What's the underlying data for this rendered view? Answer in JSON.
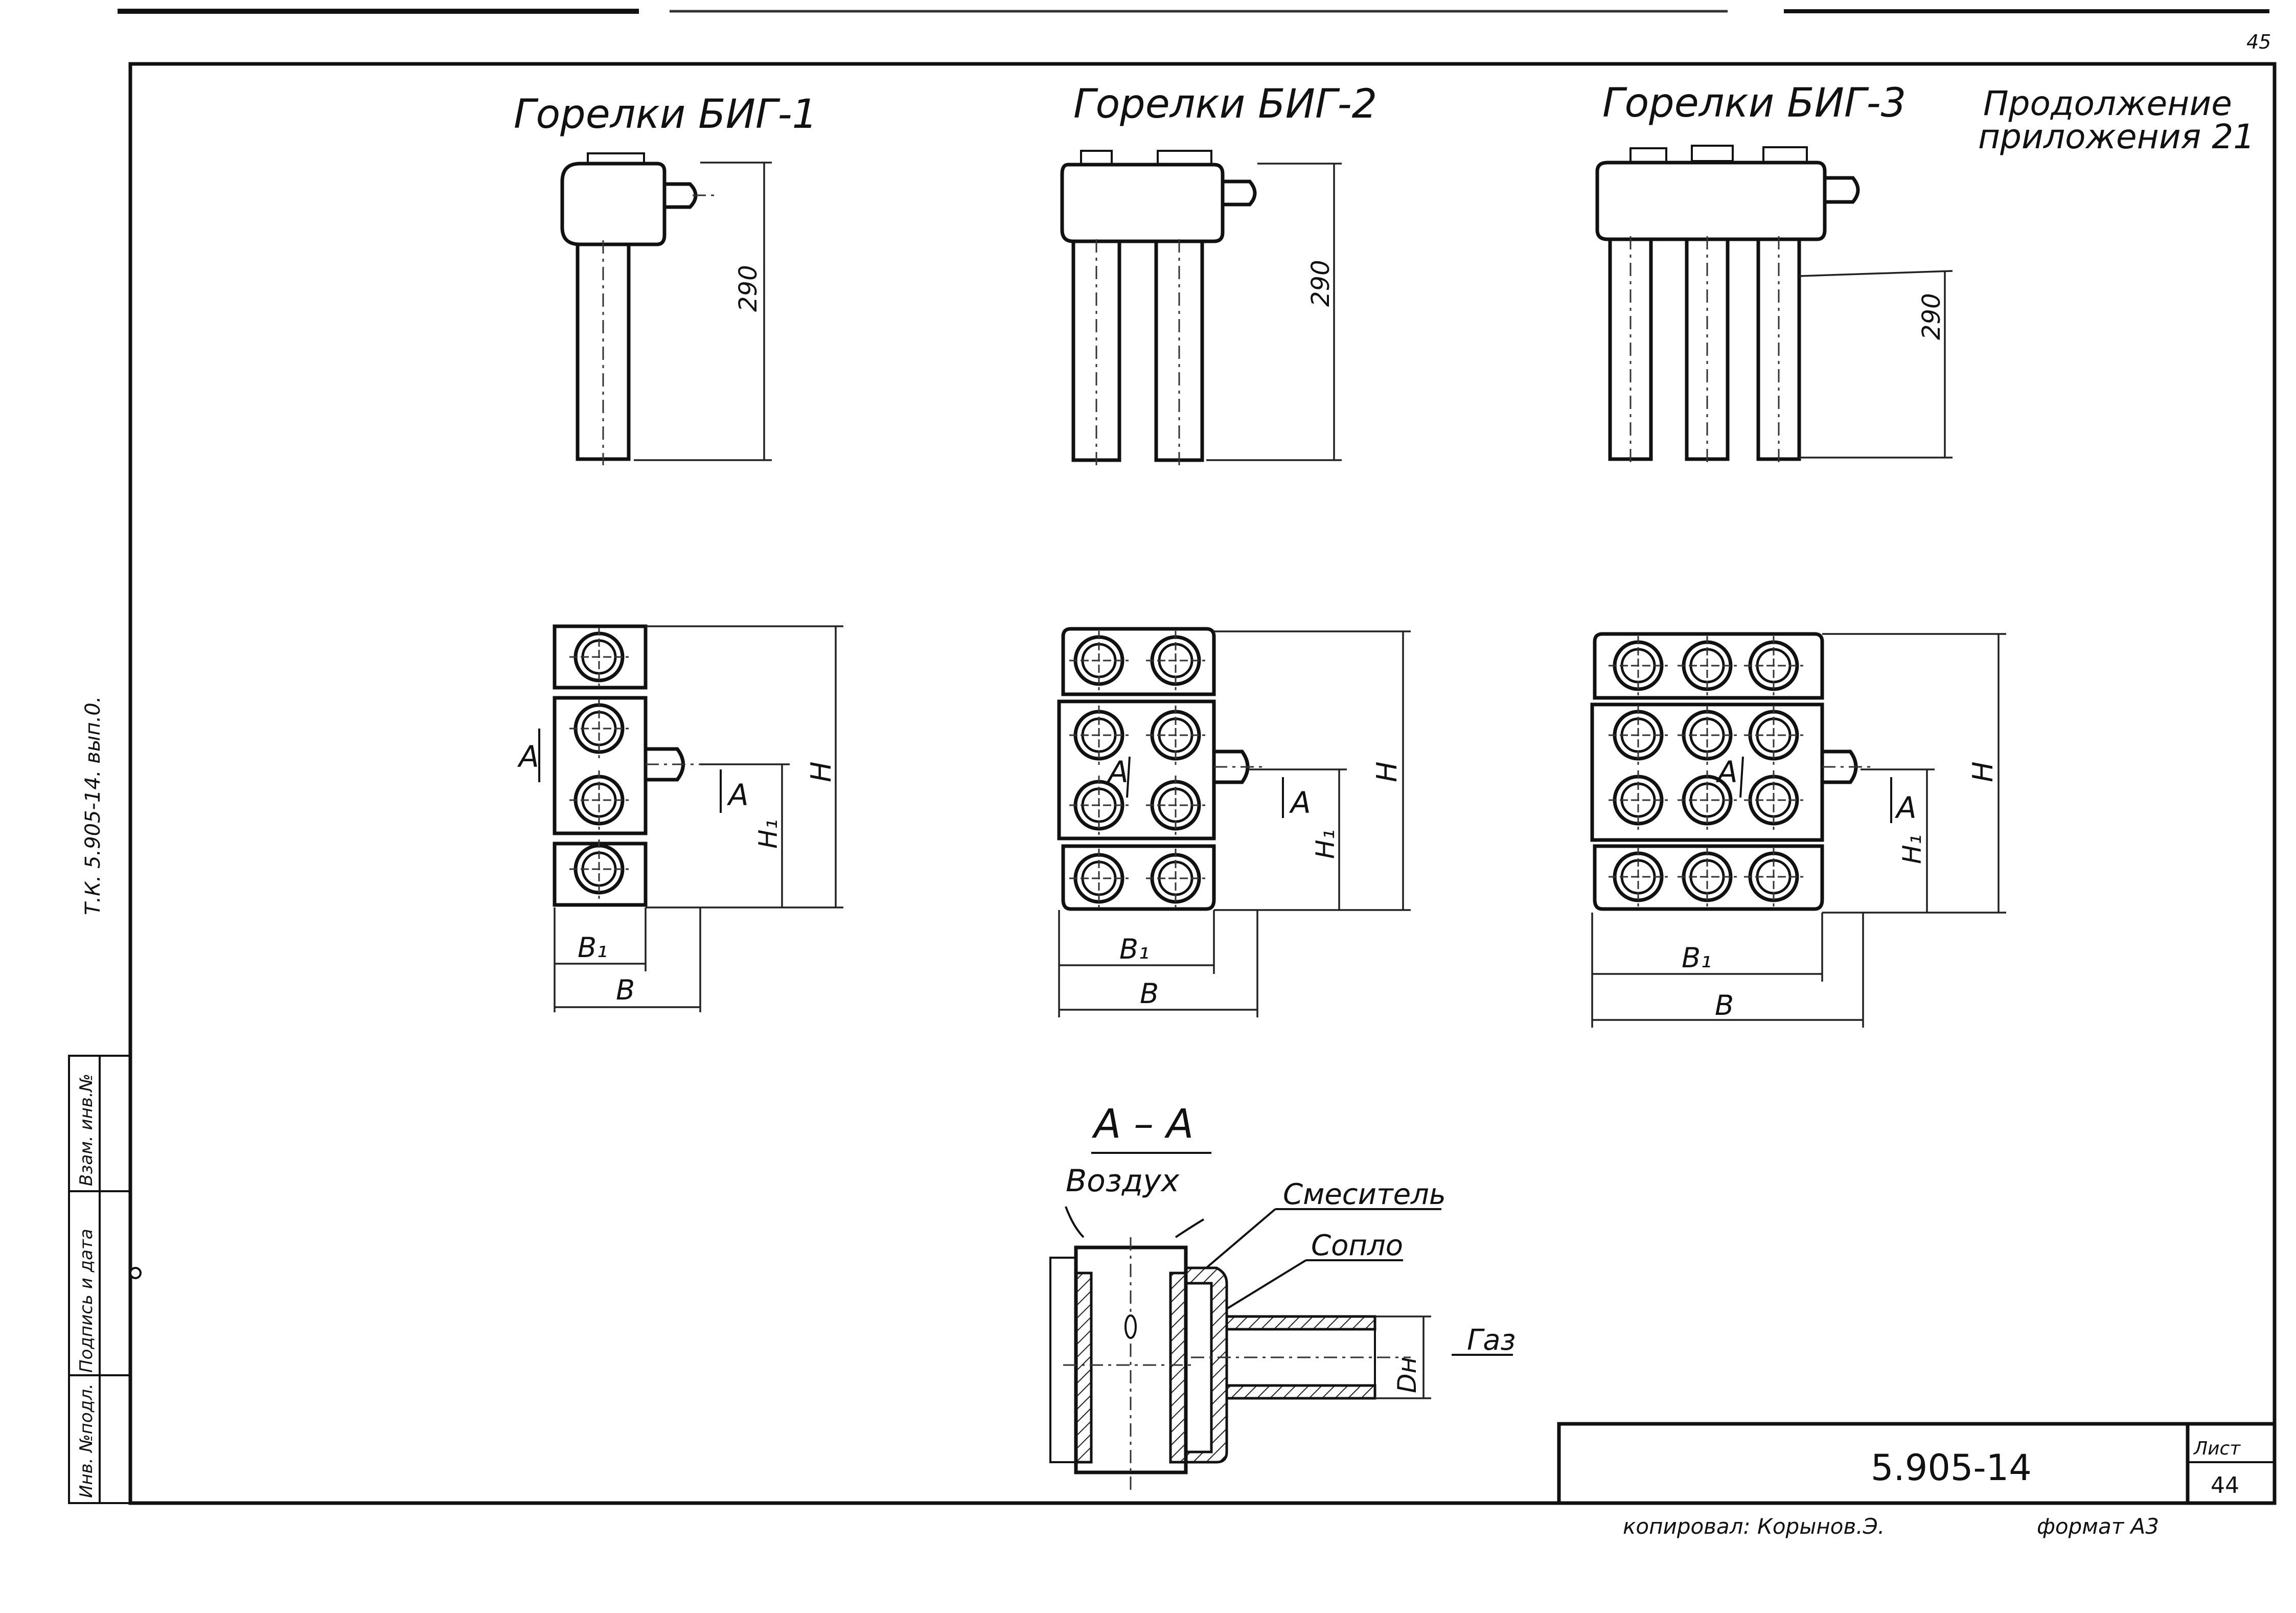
{
  "header": {
    "burner_titles": [
      "Горелки БИГ-1",
      "Горелки БИГ-2",
      "Горелки БИГ-3"
    ],
    "continuation_line1": "Продолжение",
    "continuation_line2": "приложения 21"
  },
  "dimensions": {
    "length": "290",
    "H": "H",
    "H1": "H₁",
    "B": "B",
    "B1": "B₁",
    "section_mark": "A"
  },
  "section": {
    "title": "A – A",
    "air": "Воздух",
    "mixer": "Смеситель",
    "nozzle": "Сопло",
    "gas": "Газ",
    "dn": "Dн"
  },
  "margin": {
    "vertical_note": "Т.К. 5.905-14. вып.0.",
    "stamp_cells": [
      "Инв. №подл.",
      "Подпись и дата",
      "Взам. инв.№"
    ]
  },
  "title_block": {
    "code": "5.905-14",
    "sheet_label": "Лист",
    "sheet_number": "44",
    "copied_by": "копировал: Корынов.Э.",
    "format": "формат А3"
  },
  "corner_page": "45"
}
